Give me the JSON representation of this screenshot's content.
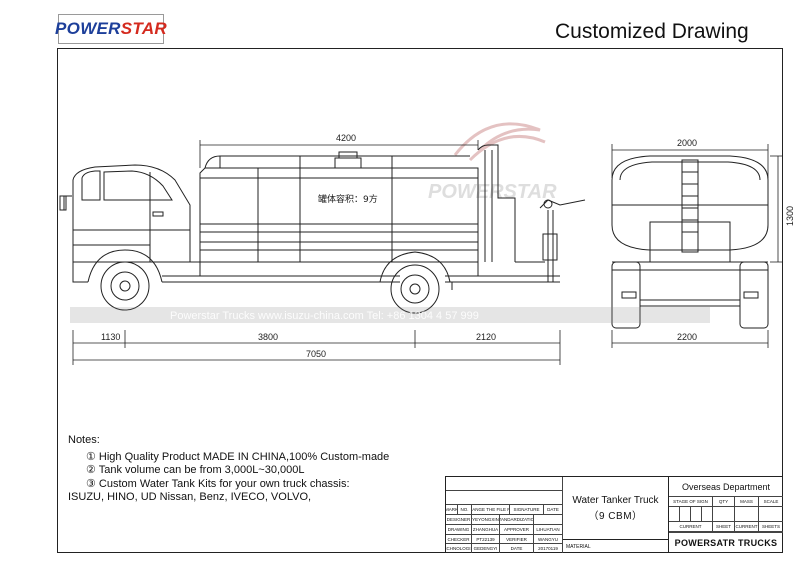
{
  "header": {
    "logo_part1": "POWER",
    "logo_part2": "STAR",
    "title": "Customized Drawing"
  },
  "colors": {
    "brand_blue": "#1d3f9a",
    "brand_red": "#d42a1e",
    "line": "#222222",
    "watermark": "#c9c9c9"
  },
  "dimensions": {
    "tank_length": "4200",
    "rear_width": "2000",
    "tank_height": "1300",
    "front_overhang": "1130",
    "wheelbase": "3800",
    "rear_overhang": "2120",
    "overall_length": "7050",
    "overall_width": "2200"
  },
  "tank_label": "罐体容积：9方",
  "watermark": {
    "brand": "POWERSTAR",
    "strip": "Powerstar Trucks   www.isuzu-china.com   Tel: +86 1304 4 57 999"
  },
  "notes": {
    "heading": "Notes:",
    "items": [
      "① High Quality Product MADE IN CHINA,100% Custom-made",
      "② Tank volume can be from 3,000L~30,000L",
      "③ Custom Water Tank Kits for your own truck chassis:",
      "ISUZU, HINO, UD Nissan, Benz, IVECO, VOLVO,"
    ]
  },
  "title_block": {
    "product_line1": "Water Tanker Truck",
    "product_line2": "（9 CBM）",
    "material_label": "MATERIAL",
    "department": "Overseas Department",
    "company": "POWERSATR TRUCKS",
    "left_rows": [
      [
        "MARK",
        "NO.",
        "CHANGE THE FILE NO.",
        "SIGNATURE",
        "DATE"
      ],
      [
        "DESIGNER",
        "YEYONGXIN",
        "STANDARDIZATION",
        ""
      ],
      [
        "DRAWING",
        "ZHANGHUA",
        "APPROVER",
        "LIHUATIAN"
      ],
      [
        "CHECKER",
        "PT22139",
        "VERIFIER",
        "WANGYU"
      ],
      [
        "TECHNOLOGIST",
        "GEDENGYI",
        "DATE",
        "20170119"
      ]
    ],
    "right_header": [
      "STAGE OF SIGN",
      "QTY",
      "MASS",
      "SCALE"
    ],
    "right_footer": [
      "CURRENT",
      "SHEET",
      "CURRENT",
      "SHEETS"
    ]
  }
}
